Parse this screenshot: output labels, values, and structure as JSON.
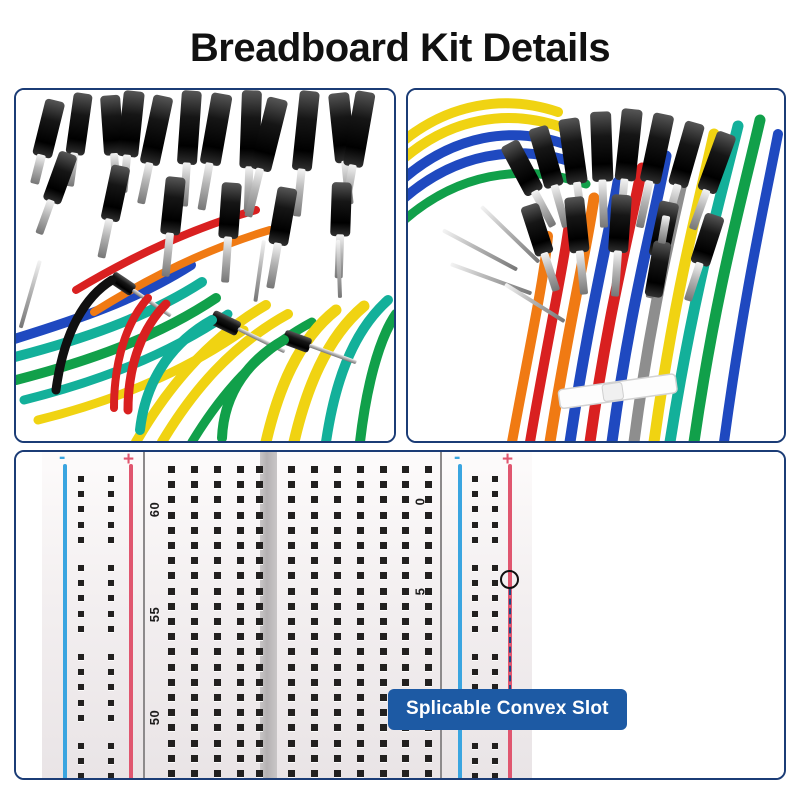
{
  "header": {
    "title": "Breadboard Kit Details"
  },
  "panels": [
    {
      "id": "wires-left",
      "name": "jumper-wire-photo-left",
      "caption": ""
    },
    {
      "id": "wires-right",
      "name": "jumper-wire-photo-right",
      "caption": ""
    },
    {
      "id": "breadboard",
      "name": "breadboard-photo",
      "caption": ""
    }
  ],
  "callout": {
    "label": "Splicable Convex Slot",
    "marker_icon": "circle-marker-icon",
    "connector_icon": "dashed-line-icon",
    "label_bg": "#1d5aa4",
    "label_color": "#ffffff"
  },
  "breadboard": {
    "left_board": {
      "row_numbers": [
        "60",
        "55",
        "50"
      ],
      "rail_plus": "+",
      "rail_minus": "-"
    },
    "right_board": {
      "row_numbers": [
        "0",
        "5"
      ],
      "rail_plus": "+",
      "rail_minus": "-"
    },
    "colors": {
      "rail_positive": "#e0566f",
      "rail_negative": "#3aa5e0",
      "body": "#f3eff0",
      "hole": "#22201f"
    }
  },
  "theme": {
    "panel_border": "#1b3c76",
    "title_color": "#111111",
    "background": "#ffffff"
  },
  "wire_colors": {
    "black": "#101010",
    "blue": "#1f49c0",
    "green": "#11a04a",
    "teal": "#13b09a",
    "orange": "#f07a13",
    "red": "#d92020",
    "yellow": "#f0d312",
    "gray": "#8e8e8e",
    "purple": "#6a3fb5",
    "silver": "#bdbdbd"
  }
}
